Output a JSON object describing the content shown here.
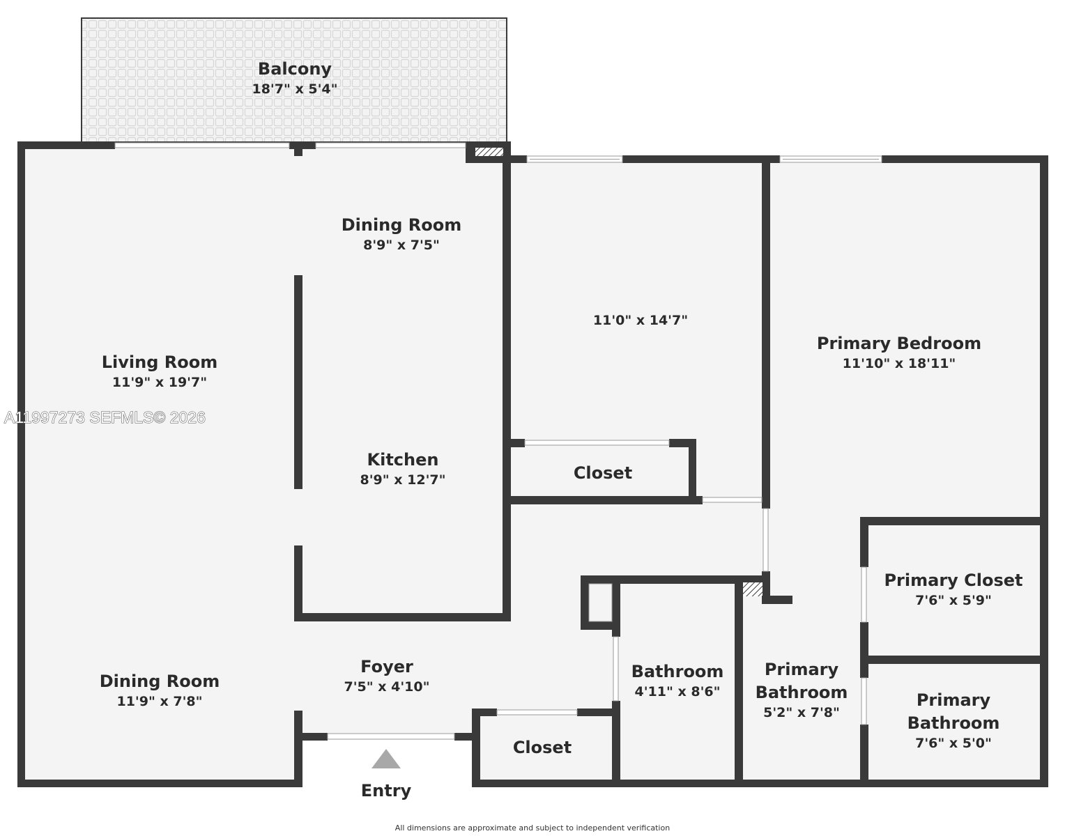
{
  "watermark": "A11997273  SEFMLS© 2026",
  "disclaimer": "All dimensions are approximate and subject to independent verification",
  "entry_label": "Entry",
  "colors": {
    "wall": "#3a3a3a",
    "floor": "#f4f4f4",
    "balcony_fill": "#f2f2f2",
    "balcony_grid": "#d9d9d9",
    "text": "#2a2a2a"
  },
  "rooms": {
    "balcony": {
      "name": "Balcony",
      "dim": "18'7\" x 5'4\""
    },
    "dining_upper": {
      "name": "Dining Room",
      "dim": "8'9\" x 7'5\""
    },
    "bedroom2": {
      "name": "",
      "dim": "11'0\" x 14'7\""
    },
    "primary_bedroom": {
      "name": "Primary Bedroom",
      "dim": "11'10\" x 18'11\""
    },
    "living": {
      "name": "Living Room",
      "dim": "11'9\" x 19'7\""
    },
    "kitchen": {
      "name": "Kitchen",
      "dim": "8'9\" x 12'7\""
    },
    "closet_upper": {
      "name": "Closet",
      "dim": ""
    },
    "primary_closet": {
      "name": "Primary Closet",
      "dim": "7'6\" x 5'9\""
    },
    "dining_lower": {
      "name": "Dining Room",
      "dim": "11'9\" x 7'8\""
    },
    "foyer": {
      "name": "Foyer",
      "dim": "7'5\" x 4'10\""
    },
    "bathroom": {
      "name": "Bathroom",
      "dim": "4'11\" x 8'6\""
    },
    "primary_bath_mid": {
      "name_line1": "Primary",
      "name_line2": "Bathroom",
      "dim": "5'2\" x 7'8\""
    },
    "primary_bath_right": {
      "name_line1": "Primary",
      "name_line2": "Bathroom",
      "dim": "7'6\" x 5'0\""
    },
    "closet_lower": {
      "name": "Closet",
      "dim": ""
    }
  }
}
